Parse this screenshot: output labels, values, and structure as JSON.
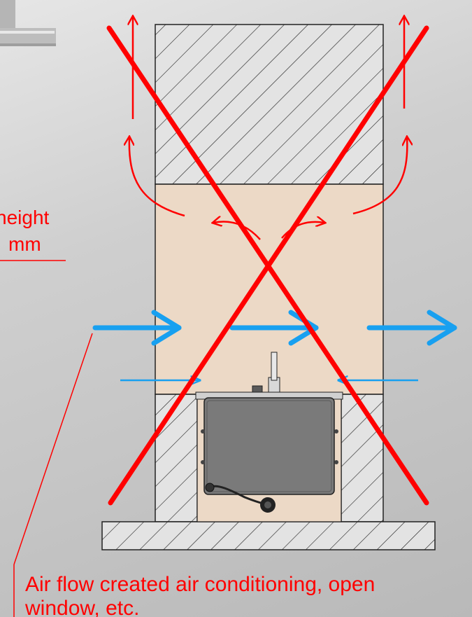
{
  "labels": {
    "height_label": "height",
    "height_unit": "mm",
    "airflow_note_line1": "Air flow created air conditioning, open",
    "airflow_note_line2": "window, etc."
  },
  "colors": {
    "background": "#c8c8c8",
    "hatched_wall_fill": "#e2e2e2",
    "cavity_fill": "#ecd9c6",
    "cross_mark": "#ff0000",
    "warm_air_arrow": "#ff0000",
    "cool_air_arrow": "#18a0f0",
    "device_body": "#7a7a7a",
    "annotation_text": "#ff0000"
  },
  "icons": {
    "prohibited_mark": "cross-icon",
    "warm_air": "curved-arrow-icon",
    "air_flow": "arrow-right-icon",
    "air_inflow": "arrow-left-icon",
    "device": "device-box-icon"
  }
}
